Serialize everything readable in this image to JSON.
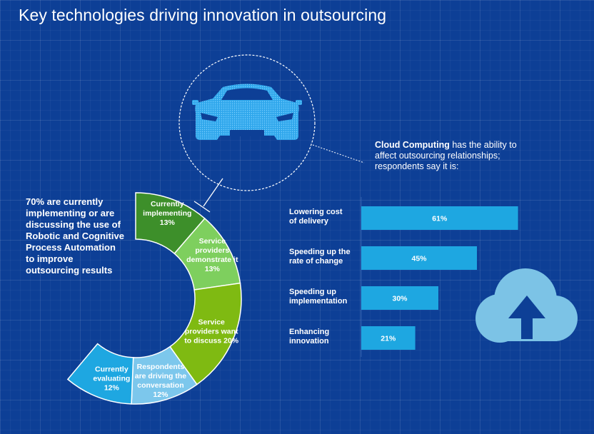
{
  "title": "Key technologies driving innovation in outsourcing",
  "intro_text": "70% are currently implementing or are discussing the use of Robotic and Cognitive Process Automation to improve outsourcing results",
  "cloud": {
    "heading_bold": "Cloud Computing",
    "heading_rest": " has the ability to affect outsourcing relationships; respondents say it is:"
  },
  "icons": [
    "car-icon",
    "cloud-upload-icon"
  ],
  "colors": {
    "background": "#0d3f96",
    "bar": "#1ea7e1",
    "donut": [
      "#3d8f2a",
      "#7ecf5e",
      "#7fba12",
      "#7cc7ec",
      "#1ea7e1"
    ]
  },
  "chart_data": [
    {
      "type": "pie",
      "subtype": "donut",
      "slices": [
        {
          "lines": [
            "Currently",
            "implementing",
            "13%"
          ],
          "value": 13,
          "color": "#3d8f2a"
        },
        {
          "lines": [
            "Service",
            "providers",
            "demonstrate it",
            "13%"
          ],
          "value": 13,
          "color": "#7ecf5e"
        },
        {
          "lines": [
            "Service",
            "providers want",
            "to discuss 20%"
          ],
          "value": 20,
          "color": "#7fba12"
        },
        {
          "lines": [
            "Respondents",
            "are driving the",
            "conversation",
            "12%"
          ],
          "value": 12,
          "color": "#7cc7ec"
        },
        {
          "lines": [
            "Currently",
            "evaluating",
            "12%"
          ],
          "value": 12,
          "color": "#1ea7e1"
        }
      ]
    },
    {
      "type": "bar",
      "orientation": "horizontal",
      "categories": [
        [
          "Lowering cost",
          "of delivery"
        ],
        [
          "Speeding up the",
          "rate of change"
        ],
        [
          "Speeding up",
          "implementation"
        ],
        [
          "Enhancing",
          "innovation"
        ]
      ],
      "values": [
        61,
        45,
        30,
        21
      ],
      "value_labels": [
        "61%",
        "45%",
        "30%",
        "21%"
      ],
      "unit": "%"
    }
  ]
}
